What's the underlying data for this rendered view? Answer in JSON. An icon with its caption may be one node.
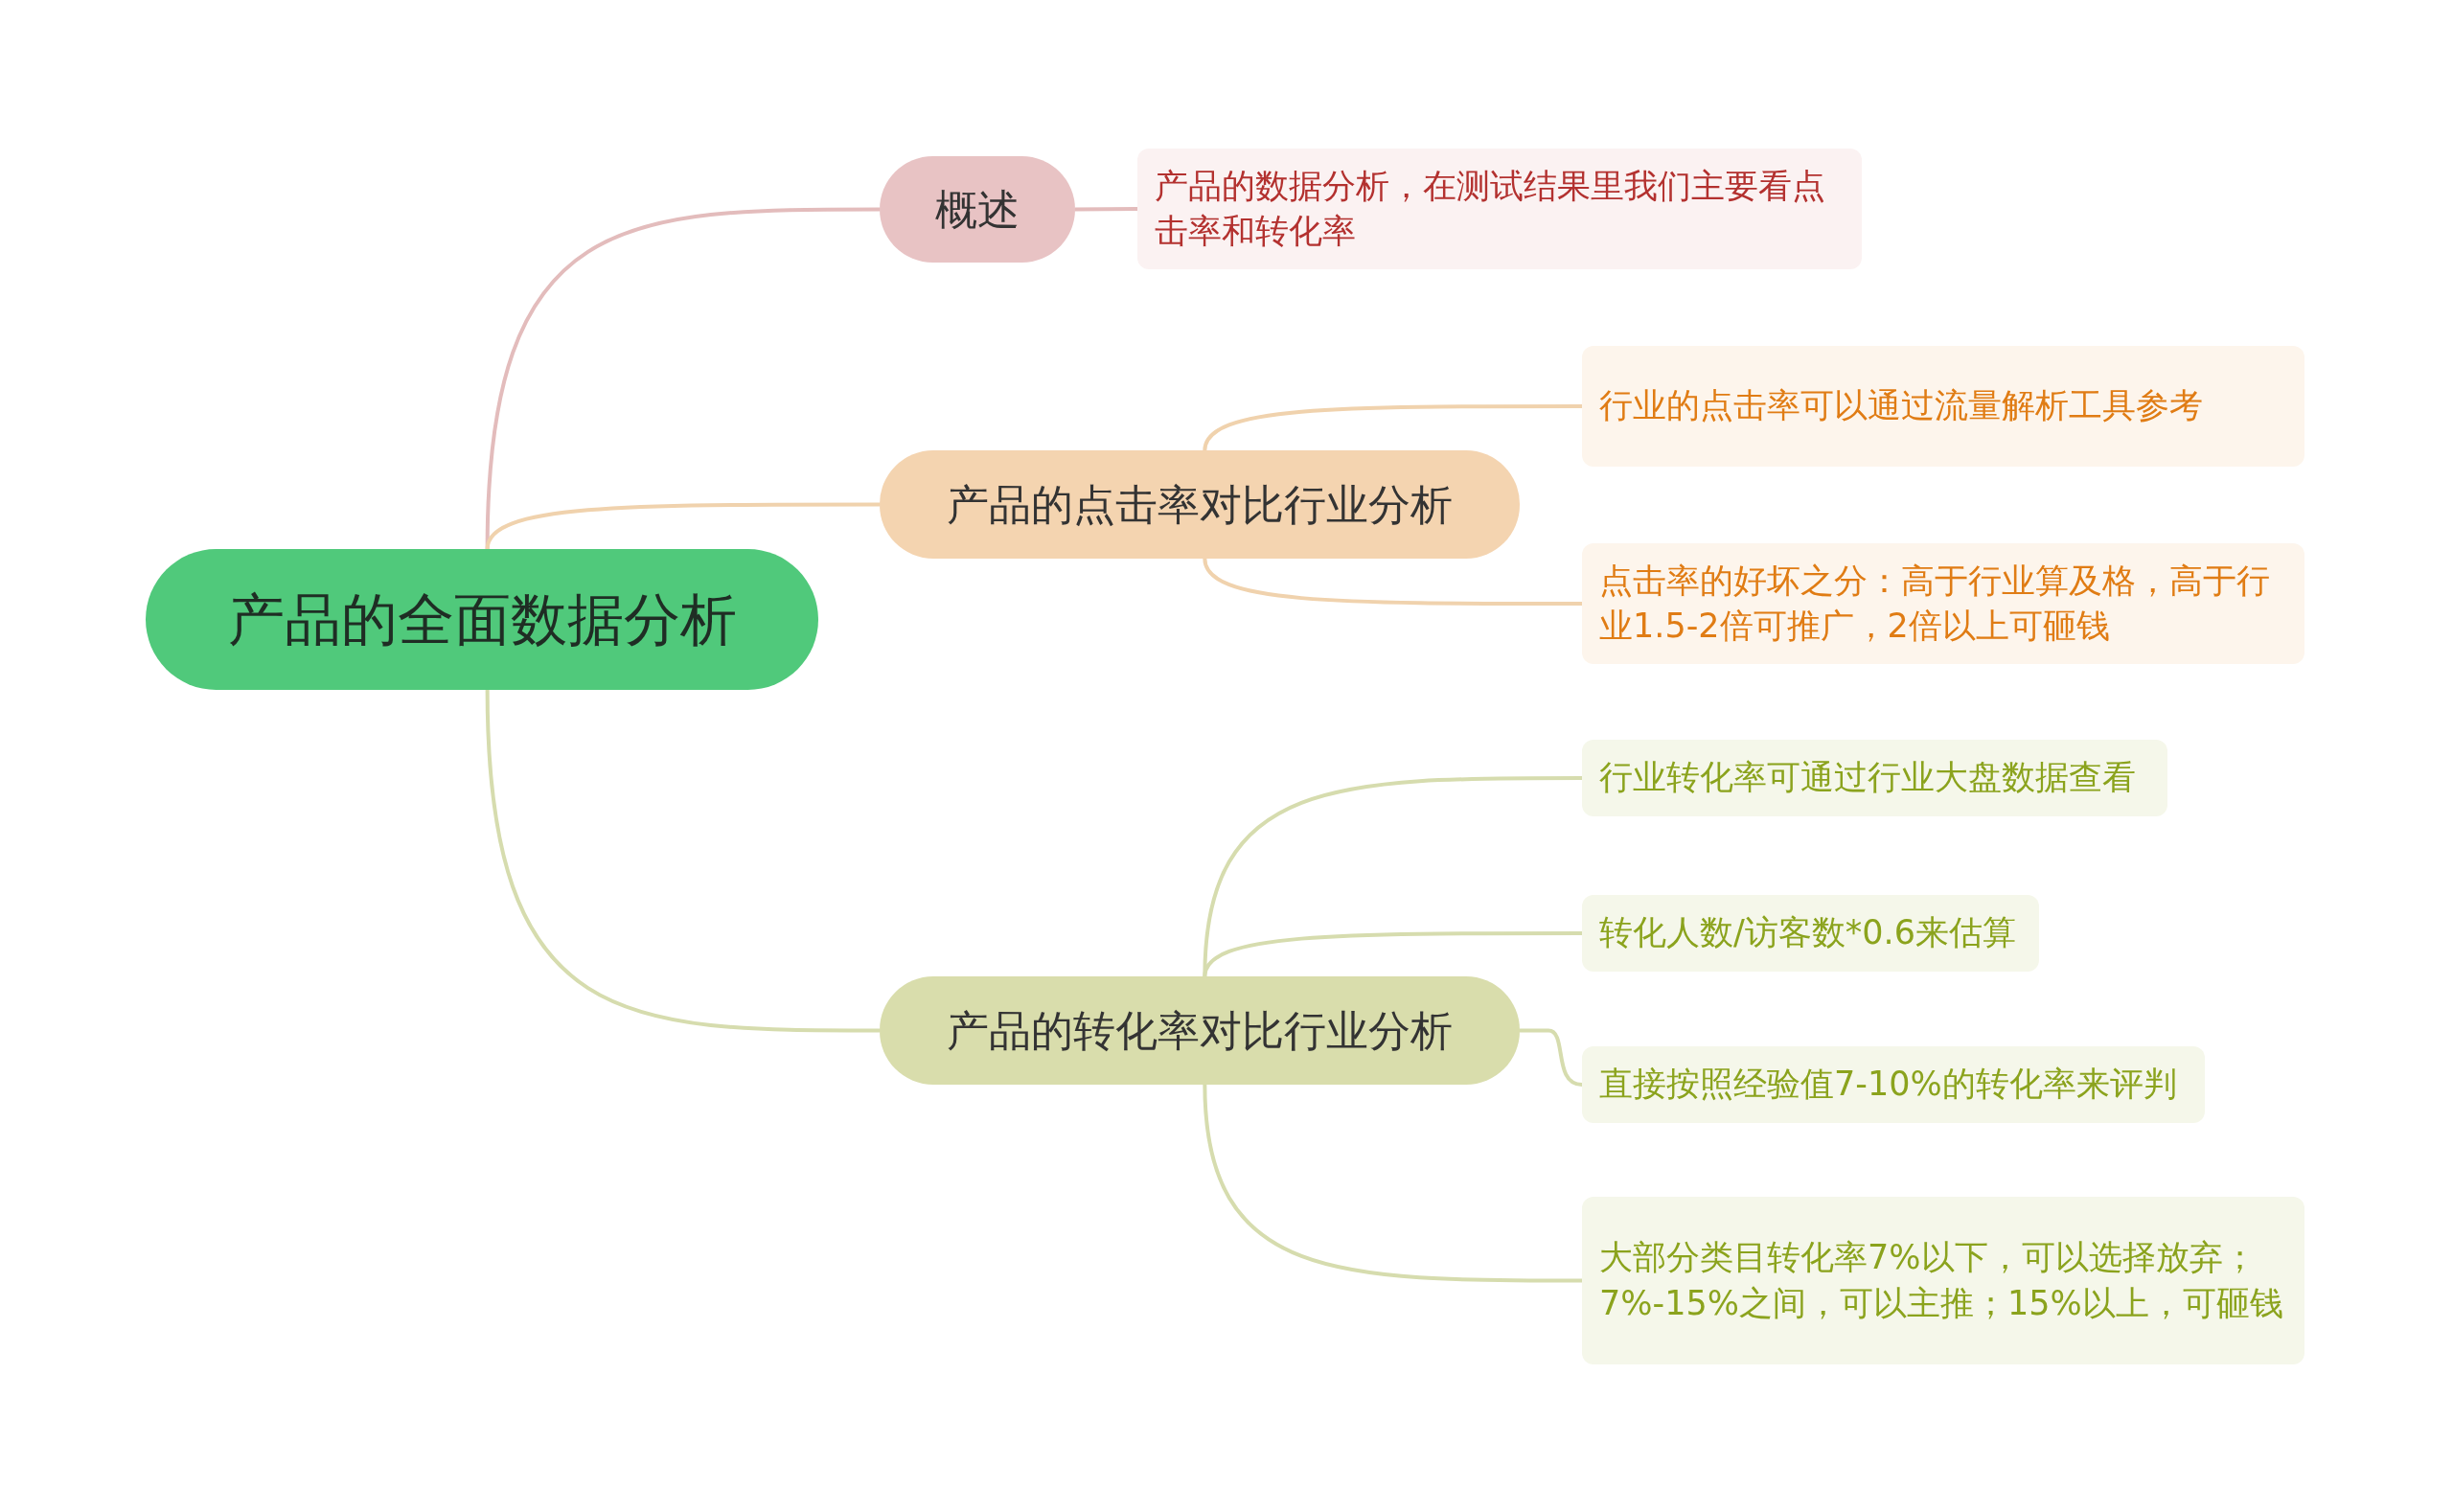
{
  "diagram": {
    "nodes": [
      {
        "text": [
          "产品的全面数据分析"
        ]
      },
      {
        "text": [
          "概述"
        ]
      },
      {
        "text": [
          "产品的数据分析，在测试结果里我们主要看点击率和转化率"
        ]
      },
      {
        "text": [
          "产品的点击率对比行业分析"
        ]
      },
      {
        "text": [
          "行业的点击率可以通过流量解析工具参考"
        ]
      },
      {
        "text": [
          "点击率的好坏之分：高于行业算及格，高于行业1.5-2倍可推广，2倍以上可砸钱"
        ]
      },
      {
        "text": [
          "产品的转化率对比行业分析"
        ]
      },
      {
        "text": [
          "行业转化率可通过行业大盘数据查看"
        ]
      },
      {
        "text": [
          "转化人数/访客数*0.6来估算"
        ]
      },
      {
        "text": [
          "直接按照经验值7-10%的转化率来评判"
        ]
      },
      {
        "text": [
          "大部分类目转化率7%以下，可以选择放弃；7%-15%之间，可以主推；15%以上，可砸钱"
        ]
      }
    ],
    "edges": [
      {
        "from": 0,
        "to": 1,
        "arrow": "none",
        "color": "#e3bcbc"
      },
      {
        "from": 1,
        "to": 2,
        "arrow": "none",
        "color": "#e3bcbc"
      },
      {
        "from": 0,
        "to": 3,
        "arrow": "none",
        "color": "#f0d2ad"
      },
      {
        "from": 3,
        "to": 4,
        "arrow": "none",
        "color": "#f0d2ad"
      },
      {
        "from": 3,
        "to": 5,
        "arrow": "none",
        "color": "#f0d2ad"
      },
      {
        "from": 0,
        "to": 6,
        "arrow": "none",
        "color": "#d6dcae"
      },
      {
        "from": 6,
        "to": 7,
        "arrow": "none",
        "color": "#d6dcae"
      },
      {
        "from": 6,
        "to": 8,
        "arrow": "none",
        "color": "#d6dcae"
      },
      {
        "from": 6,
        "to": 9,
        "arrow": "none",
        "color": "#d6dcae"
      },
      {
        "from": 6,
        "to": 10,
        "arrow": "none",
        "color": "#d6dcae"
      }
    ]
  }
}
